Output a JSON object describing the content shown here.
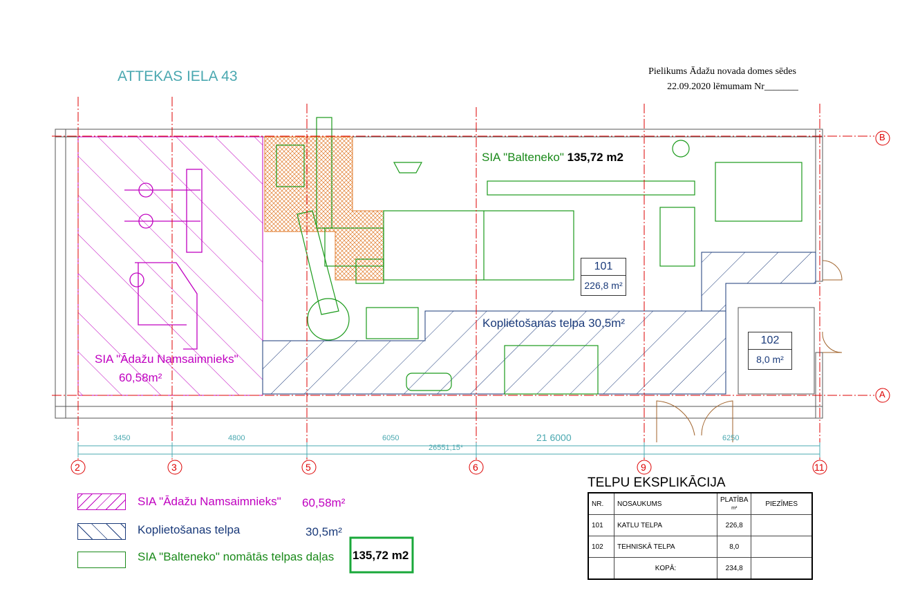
{
  "header": {
    "title": "ATTEKAS IELA 43",
    "note_line1": "Pielikums Ādažu novada domes sēdes",
    "note_line2": "22.09.2020 lēmumam Nr_______"
  },
  "areas": {
    "adazu_name": "SIA \"Ādažu Namsaimnieks\"",
    "adazu_area": "60,58m²",
    "balteneko_label": "SIA \"Balteneko\"",
    "balteneko_area": "135,72 m2",
    "common_label": "Koplietošanas telpa  30,5m²"
  },
  "rooms": [
    {
      "nr": "101",
      "area": "226,8 m²"
    },
    {
      "nr": "102",
      "area": "8,0 m²"
    }
  ],
  "grid": {
    "axes": [
      "2",
      "3",
      "5",
      "6",
      "9",
      "11"
    ],
    "rows": [
      "B",
      "A"
    ]
  },
  "dimensions": {
    "spans": [
      "3450",
      "4800",
      "6050",
      "21 6000",
      "6250"
    ],
    "total": "26551,15*"
  },
  "legend": [
    {
      "label": "SIA \"Ādažu Namsaimnieks\"",
      "value": "60,58m²",
      "color": "#c000c0"
    },
    {
      "label": "Koplietošanas telpa",
      "value": "30,5m²",
      "color": "#1a3a7a"
    },
    {
      "label": "SIA \"Balteneko\" nomātās telpas daļas",
      "value": "135,72 m2",
      "color": "#1a8a1a"
    }
  ],
  "explication": {
    "title": "TELPU EKSPLIKĀCIJA",
    "headers": [
      "NR.",
      "NOSAUKUMS",
      "PLATĪBA",
      "PIEZĪMES"
    ],
    "unit": "m²",
    "rows": [
      {
        "nr": "101",
        "name": "KATLU TELPA",
        "area": "226,8"
      },
      {
        "nr": "102",
        "name": "TEHNISKĀ TELPA",
        "area": "8,0"
      }
    ],
    "total_label": "KOPĀ:",
    "total": "234,8"
  }
}
